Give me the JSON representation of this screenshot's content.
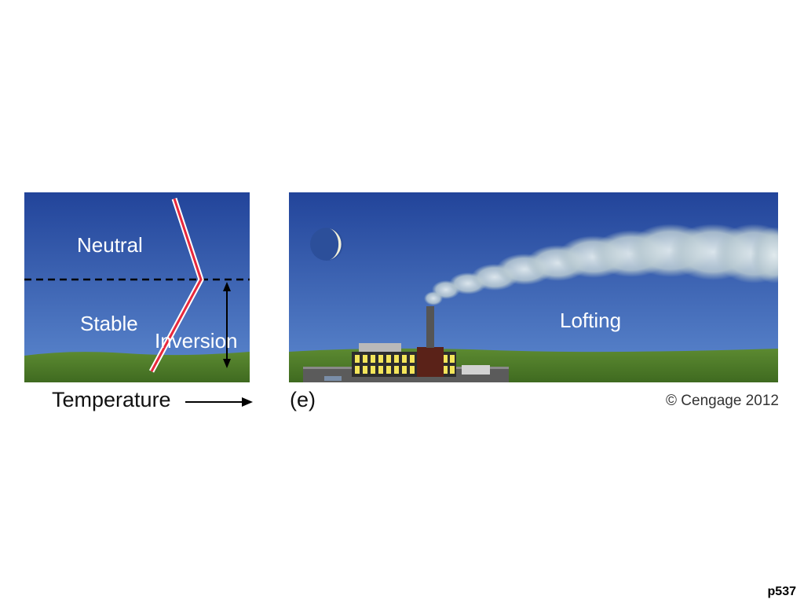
{
  "left_panel": {
    "neutral_label": "Neutral",
    "stable_label": "Stable",
    "inversion_label": "Inversion"
  },
  "left_caption": "Temperature",
  "right_panel": {
    "plume_label": "Lofting"
  },
  "panel_letter": "(e)",
  "copyright": "© Cengage 2012",
  "page_number": "p537",
  "colors": {
    "sky_top": "#23469a",
    "sky_bottom": "#5a86cc",
    "ground": "#4f7a2a",
    "temperature_line": "#e8283c",
    "smoke": "#c9d6dc"
  },
  "icons": [
    "moon-icon",
    "factory-icon",
    "smokestack-icon",
    "smoke-plume-icon",
    "arrow-right-icon",
    "double-arrow-icon"
  ]
}
